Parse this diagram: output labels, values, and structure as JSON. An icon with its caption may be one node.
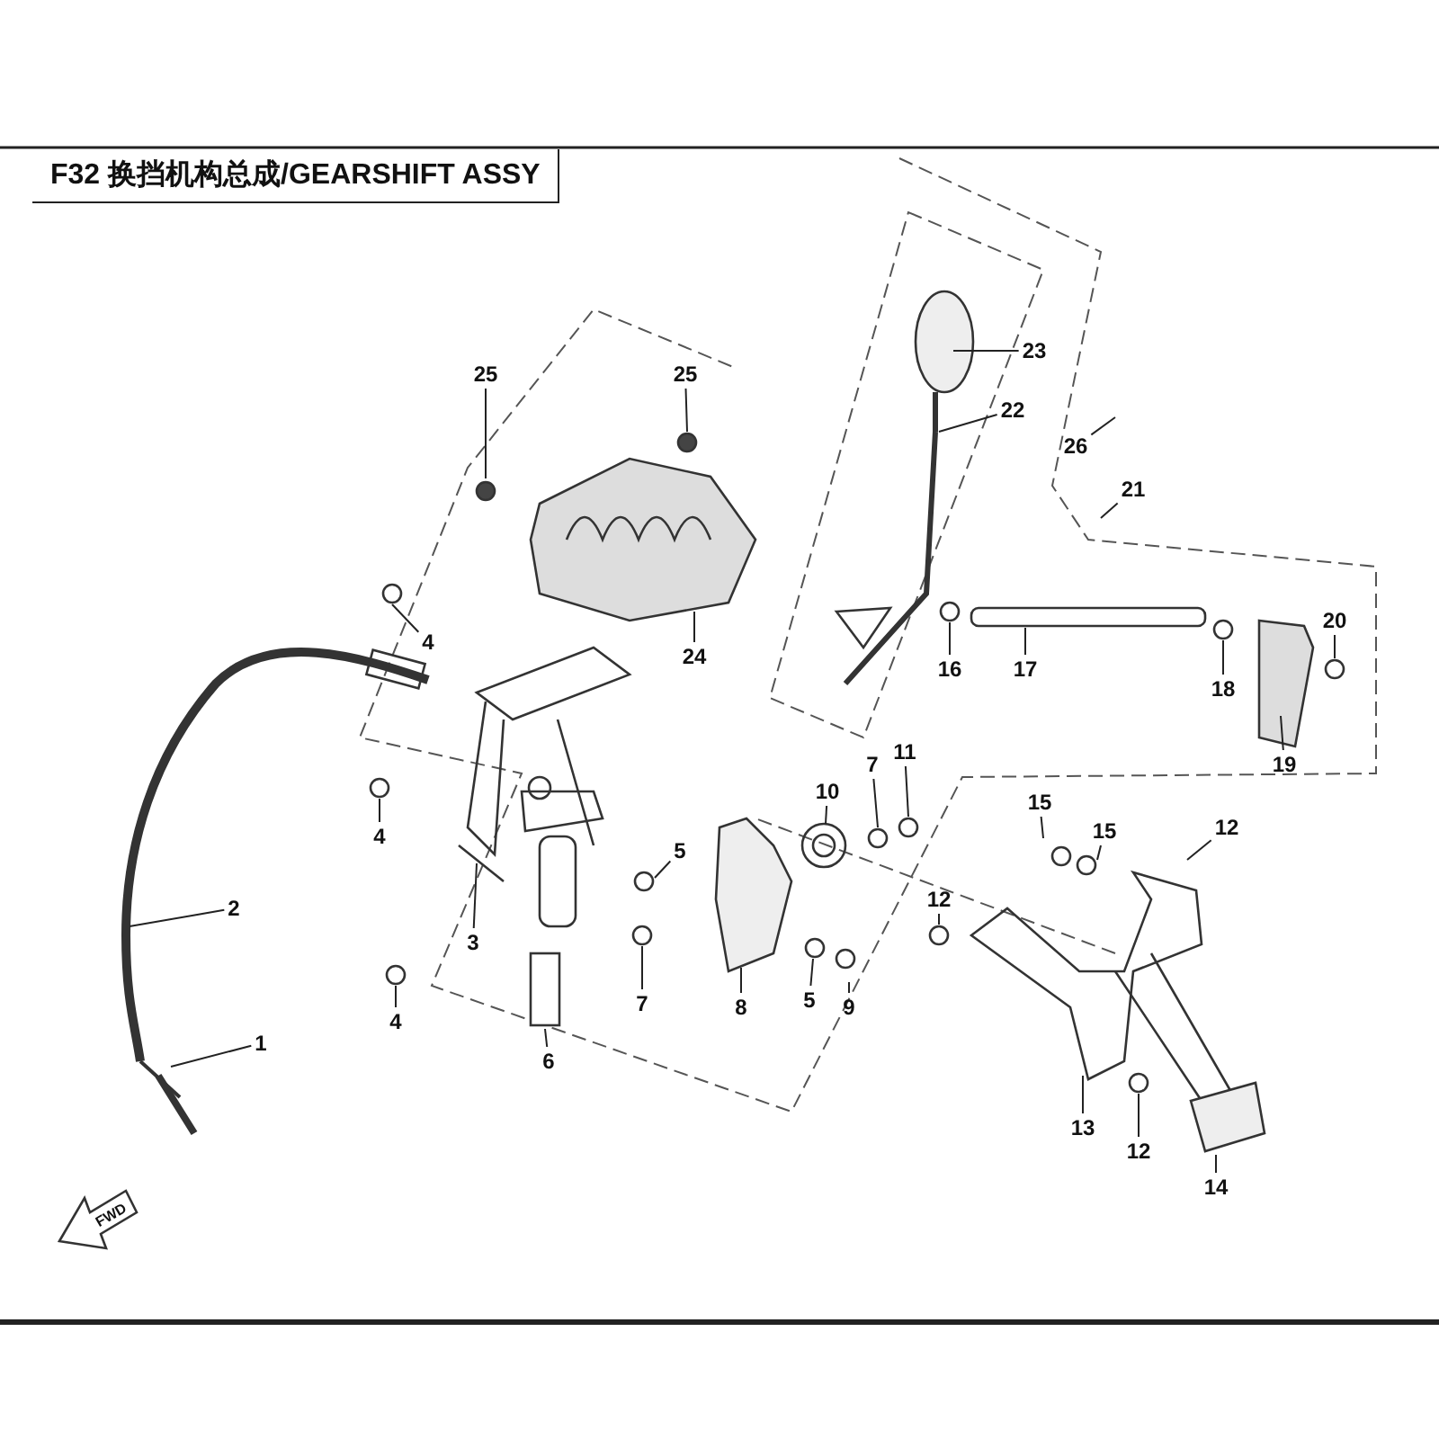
{
  "diagram": {
    "title": "F32 换挡机构总成/GEARSHIFT ASSY",
    "nodes": [
      {
        "text": [
          "23"
        ]
      },
      {
        "text": [
          "25"
        ]
      },
      {
        "text": [
          "25"
        ]
      },
      {
        "text": [
          "22"
        ]
      },
      {
        "text": [
          "26"
        ]
      },
      {
        "text": [
          "21"
        ]
      },
      {
        "text": [
          "4"
        ]
      },
      {
        "text": [
          "20"
        ]
      },
      {
        "text": [
          "24"
        ]
      },
      {
        "text": [
          "16"
        ]
      },
      {
        "text": [
          "17"
        ]
      },
      {
        "text": [
          "18"
        ]
      },
      {
        "text": [
          "19"
        ]
      },
      {
        "text": [
          "11"
        ]
      },
      {
        "text": [
          "7"
        ]
      },
      {
        "text": [
          "10"
        ]
      },
      {
        "text": [
          "15"
        ]
      },
      {
        "text": [
          "15"
        ]
      },
      {
        "text": [
          "12"
        ]
      },
      {
        "text": [
          "4"
        ]
      },
      {
        "text": [
          "5"
        ]
      },
      {
        "text": [
          "12"
        ]
      },
      {
        "text": [
          "2"
        ]
      },
      {
        "text": [
          "3"
        ]
      },
      {
        "text": [
          "5"
        ]
      },
      {
        "text": [
          "7"
        ]
      },
      {
        "text": [
          "8"
        ]
      },
      {
        "text": [
          "9"
        ]
      },
      {
        "text": [
          "4"
        ]
      },
      {
        "text": [
          "6"
        ]
      },
      {
        "text": [
          "1"
        ]
      },
      {
        "text": [
          "13"
        ]
      },
      {
        "text": [
          "12"
        ]
      },
      {
        "text": [
          "14"
        ]
      }
    ],
    "edges": [
      {
        "from": 0,
        "to": null,
        "arrow": "none"
      },
      {
        "from": 1,
        "to": null,
        "arrow": "none"
      },
      {
        "from": 2,
        "to": null,
        "arrow": "none"
      },
      {
        "from": 3,
        "to": null,
        "arrow": "none"
      },
      {
        "from": 4,
        "to": null,
        "arrow": "none"
      },
      {
        "from": 5,
        "to": null,
        "arrow": "none"
      },
      {
        "from": 6,
        "to": null,
        "arrow": "none"
      },
      {
        "from": 7,
        "to": null,
        "arrow": "none"
      },
      {
        "from": 8,
        "to": null,
        "arrow": "none"
      },
      {
        "from": 9,
        "to": null,
        "arrow": "none"
      },
      {
        "from": 10,
        "to": null,
        "arrow": "none"
      },
      {
        "from": 11,
        "to": null,
        "arrow": "none"
      },
      {
        "from": 12,
        "to": null,
        "arrow": "none"
      },
      {
        "from": 13,
        "to": null,
        "arrow": "none"
      },
      {
        "from": 14,
        "to": null,
        "arrow": "none"
      },
      {
        "from": 15,
        "to": null,
        "arrow": "none"
      },
      {
        "from": 16,
        "to": null,
        "arrow": "none"
      },
      {
        "from": 17,
        "to": null,
        "arrow": "none"
      },
      {
        "from": 18,
        "to": null,
        "arrow": "none"
      },
      {
        "from": 19,
        "to": null,
        "arrow": "none"
      },
      {
        "from": 20,
        "to": null,
        "arrow": "none"
      },
      {
        "from": 21,
        "to": null,
        "arrow": "none"
      },
      {
        "from": 22,
        "to": null,
        "arrow": "none"
      },
      {
        "from": 23,
        "to": null,
        "arrow": "none"
      },
      {
        "from": 24,
        "to": null,
        "arrow": "none"
      },
      {
        "from": 25,
        "to": null,
        "arrow": "none"
      },
      {
        "from": 26,
        "to": null,
        "arrow": "none"
      },
      {
        "from": 27,
        "to": null,
        "arrow": "none"
      },
      {
        "from": 28,
        "to": null,
        "arrow": "none"
      },
      {
        "from": 29,
        "to": null,
        "arrow": "none"
      },
      {
        "from": 30,
        "to": null,
        "arrow": "none"
      },
      {
        "from": 31,
        "to": null,
        "arrow": "none"
      },
      {
        "from": 32,
        "to": null,
        "arrow": "none"
      },
      {
        "from": 33,
        "to": null,
        "arrow": "none"
      }
    ],
    "labels": [
      "FWD"
    ]
  }
}
